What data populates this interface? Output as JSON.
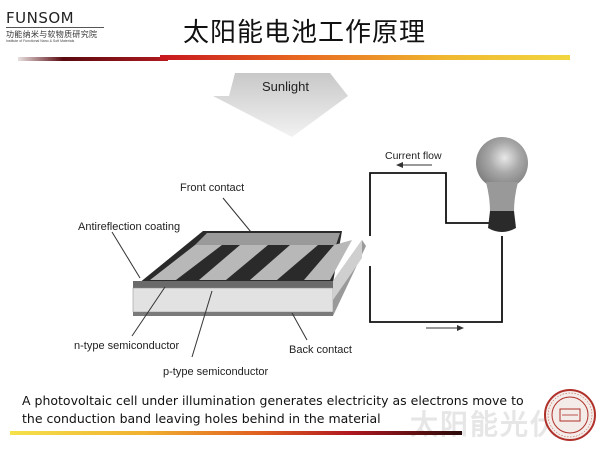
{
  "logo": {
    "name": "FUNSOM",
    "cn_name": "功能纳米与软物质研究院",
    "en_name": "Institute of Functional Nano & Soft Materials"
  },
  "slide": {
    "title": "太阳能电池工作原理",
    "caption": "A photovoltaic cell under illumination generates electricity as electrons move to the conduction band leaving holes behind in the material",
    "watermark": "太阳能光伏"
  },
  "diagram": {
    "labels": {
      "sunlight": "Sunlight",
      "current_flow": "Current flow",
      "front_contact": "Front contact",
      "antireflection_coating": "Antireflection coating",
      "n_type": "n-type semiconductor",
      "p_type": "p-type semiconductor",
      "back_contact": "Back contact"
    },
    "components": [
      "sunlight-arrow",
      "solar-cell",
      "circuit-wire",
      "light-bulb"
    ]
  },
  "colors": {
    "title_bar_start": "#c8161e",
    "title_bar_end": "#f2d640",
    "seal": "#b0302a"
  }
}
